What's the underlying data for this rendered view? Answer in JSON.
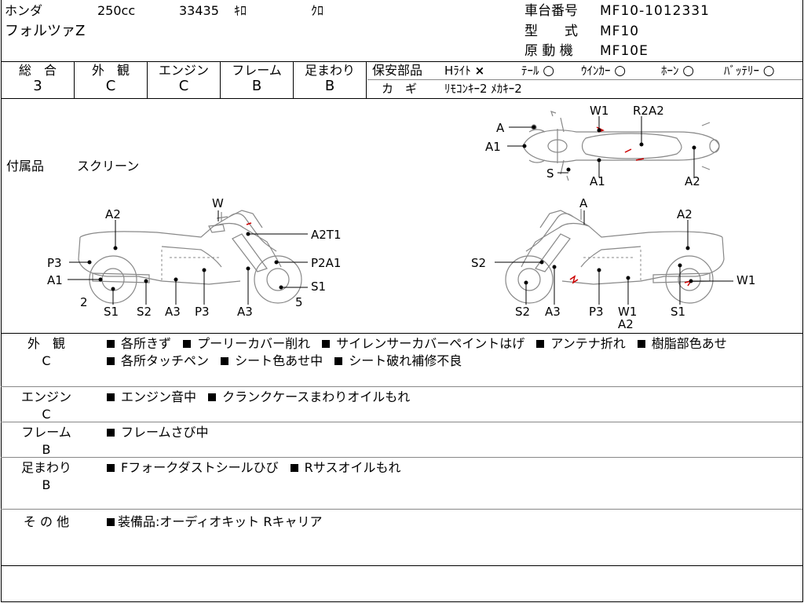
{
  "header": {
    "maker": "ホンダ",
    "displacement": "250cc",
    "mileage": "33435",
    "mileage_unit": "ｷﾛ",
    "color": "ｸﾛ",
    "model_name": "フォルツァZ",
    "frame_no_label": "車台番号",
    "frame_no": "MF10-1012331",
    "type_label": "型　　式",
    "type_value": "MF10",
    "engine_label": "原 動 機",
    "engine_value": "MF10E"
  },
  "grades": [
    {
      "label": "総　合",
      "value": "3"
    },
    {
      "label": "外　観",
      "value": "C"
    },
    {
      "label": "エンジン",
      "value": "C"
    },
    {
      "label": "フレーム",
      "value": "B"
    },
    {
      "label": "足まわり",
      "value": "B"
    }
  ],
  "safety": {
    "label": "保安部品",
    "items": [
      {
        "name": "Hﾗｲﾄ",
        "mark": "×"
      },
      {
        "name": "ﾃｰﾙ",
        "mark": "○"
      },
      {
        "name": "ｳｲﾝｶｰ",
        "mark": "○"
      },
      {
        "name": "ﾎｰﾝ",
        "mark": "○"
      },
      {
        "name": "ﾊﾞｯﾃﾘｰ",
        "mark": "○"
      }
    ],
    "key_label": "カ　ギ",
    "key_value": "ﾘﾓｺﾝｷｰ2 ﾒｶｷｰ2"
  },
  "accessories": {
    "label": "付属品",
    "value": "スクリーン"
  },
  "diagram_marks": {
    "top": [
      "A",
      "A1",
      "S",
      "W1",
      "R2A2",
      "A1",
      "A2"
    ],
    "left": [
      "W",
      "A2",
      "A2T1",
      "P3",
      "P2A1",
      "A1",
      "S1",
      "2",
      "S1",
      "S2",
      "A3",
      "P3",
      "A3",
      "5"
    ],
    "right": [
      "A",
      "A2",
      "S2",
      "W1",
      "S2",
      "A3",
      "P3",
      "W1",
      "A2",
      "S1"
    ]
  },
  "sections": [
    {
      "label": "外　観",
      "grade": "C",
      "items": [
        "各所きず",
        "プーリーカバー削れ",
        "サイレンサーカバーペイントはげ",
        "アンテナ折れ",
        "樹脂部色あせ"
      ],
      "items2": [
        "各所タッチペン",
        "シート色あせ中",
        "シート破れ補修不良"
      ]
    },
    {
      "label": "エンジン",
      "grade": "C",
      "items": [
        "エンジン音中",
        "クランクケースまわりオイルもれ"
      ]
    },
    {
      "label": "フレーム",
      "grade": "B",
      "items": [
        "フレームさび中"
      ]
    },
    {
      "label": "足まわり",
      "grade": "B",
      "items": [
        "Fフォークダストシールひび",
        "Rサスオイルもれ"
      ]
    },
    {
      "label": "そ の 他",
      "grade": "",
      "items": [
        "装備品:オーディオキット Rキャリア"
      ]
    }
  ]
}
